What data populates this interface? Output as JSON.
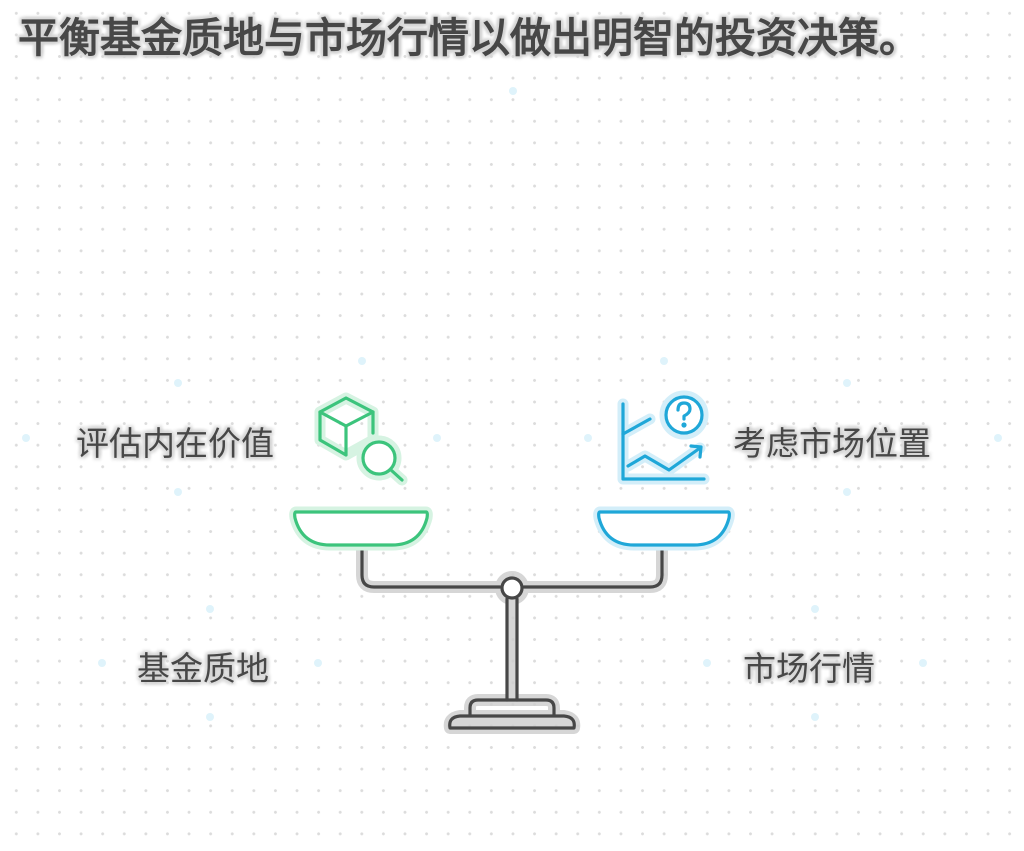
{
  "title": "平衡基金质地与市场行情以做出明智的投资决策。",
  "left": {
    "action_label": "评估内在价值",
    "base_label": "基金质地",
    "icon": "cube-search-icon",
    "color": "#3cc47c"
  },
  "right": {
    "action_label": "考虑市场位置",
    "base_label": "市场行情",
    "icon": "chart-question-icon",
    "color": "#1fa7d8"
  },
  "scale": {
    "icon": "balance-scale-icon",
    "color": "#474747"
  }
}
